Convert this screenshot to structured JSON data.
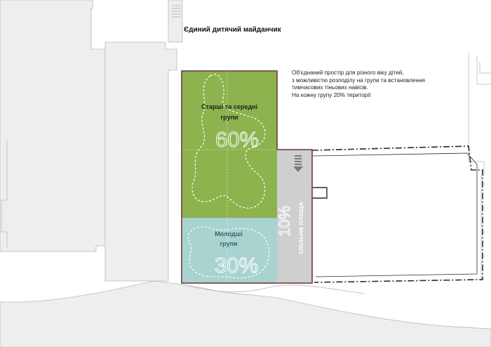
{
  "title": "Єдиний дитячий майданчик",
  "description": [
    "Об'єднаний простір для різного віку дітей,",
    "з можливістю розподілу на групи та встановлення",
    "тимчасових тіньових навісів.",
    "На кожну групу 20% території"
  ],
  "zones": {
    "senior": {
      "label_line1": "Старші та середні",
      "label_line2": "групи",
      "percent": "60%",
      "color": "#8cb34e"
    },
    "junior": {
      "label_line1": "Молодші",
      "label_line2": "групи",
      "percent": "30%",
      "color": "#a9d3cf"
    },
    "shared": {
      "label": "спільна площа",
      "percent": "10%",
      "color": "#cfcfcf"
    }
  },
  "colors": {
    "outline": "#7a4a4f",
    "building_fill": "#eeeeee",
    "building_stroke": "#b9b9b9",
    "dashed": "#2a2a2a",
    "junior_label": "#2f6a6e"
  }
}
